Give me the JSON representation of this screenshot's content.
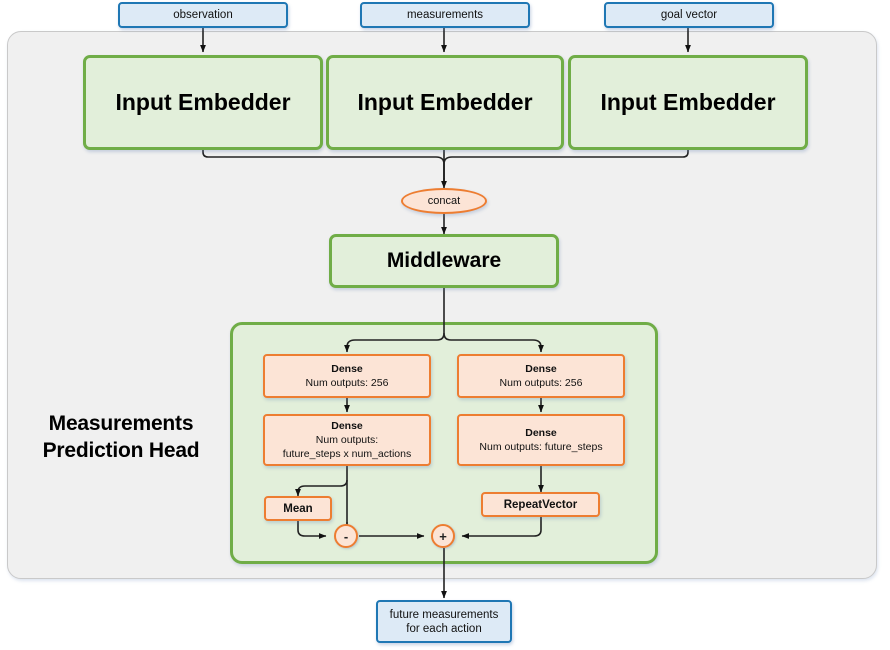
{
  "diagram": {
    "title": "Measurements Prediction Head",
    "section_caption_line1": "Measurements",
    "section_caption_line2": "Prediction Head"
  },
  "inputs": [
    {
      "label": "observation"
    },
    {
      "label": "measurements"
    },
    {
      "label": "goal vector"
    }
  ],
  "embedders": [
    {
      "label": "Input Embedder"
    },
    {
      "label": "Input Embedder"
    },
    {
      "label": "Input Embedder"
    }
  ],
  "concat": {
    "label": "concat"
  },
  "middleware": {
    "label": "Middleware"
  },
  "head": {
    "left_branch": [
      {
        "title": "Dense",
        "detail": "Num outputs: 256",
        "detail2": ""
      },
      {
        "title": "Dense",
        "detail": "Num outputs:",
        "detail2": "future_steps x num_actions"
      }
    ],
    "right_branch": [
      {
        "title": "Dense",
        "detail": "Num outputs: 256",
        "detail2": ""
      },
      {
        "title": "Dense",
        "detail": "Num outputs: future_steps",
        "detail2": ""
      }
    ],
    "mean": {
      "label": "Mean"
    },
    "repeat_vector": {
      "label": "RepeatVector"
    },
    "subtract_op": {
      "label": "-"
    },
    "add_op": {
      "label": "+"
    }
  },
  "output": {
    "line1": "future measurements",
    "line2": "for each action"
  },
  "colors": {
    "io_fill": "#ddeaf6",
    "io_stroke": "#1f77b4",
    "module_fill": "#e2efda",
    "module_stroke": "#70ad47",
    "layer_fill": "#fce4d6",
    "layer_stroke": "#ed7d31",
    "container_fill": "#f0f0f0",
    "container_stroke": "#c9c9c9",
    "edge_stroke": "#222222"
  }
}
